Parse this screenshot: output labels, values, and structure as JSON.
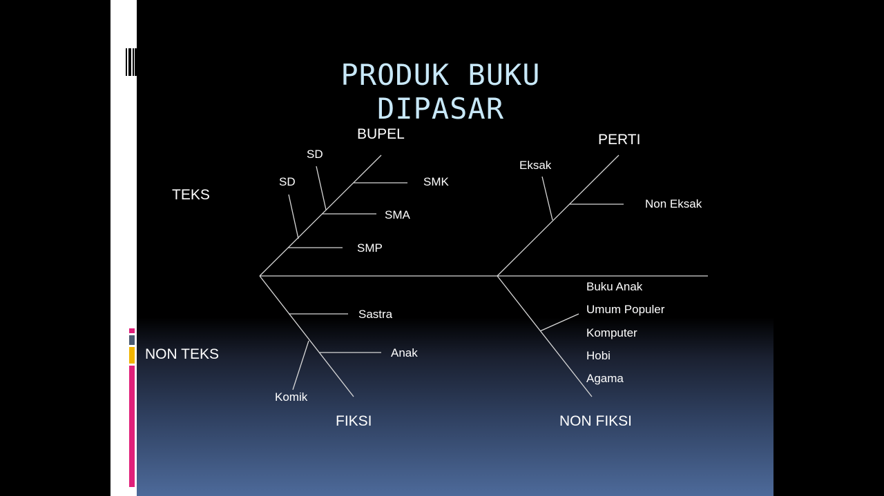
{
  "title": "PRODUK BUKU DIPASAR",
  "labels": {
    "teks": "TEKS",
    "non_teks": "NON TEKS",
    "bupel": "BUPEL",
    "perti": "PERTI",
    "fiksi": "FIKSI",
    "non_fiksi": "NON FIKSI",
    "sd_upper": "SD",
    "sd_lower": "SD",
    "smk": "SMK",
    "sma": "SMA",
    "smp": "SMP",
    "eksak": "Eksak",
    "non_eksak": "Non Eksak",
    "sastra": "Sastra",
    "anak": "Anak",
    "komik": "Komik",
    "non_fiksi_items": [
      "Buku Anak",
      "Umum Populer",
      "Komputer",
      "Hobi",
      "Agama"
    ]
  },
  "colors": {
    "title": "#c8e8f8",
    "accent_pink": "#e0207a",
    "accent_gold": "#f0b400",
    "accent_slate": "#4a5a70"
  }
}
